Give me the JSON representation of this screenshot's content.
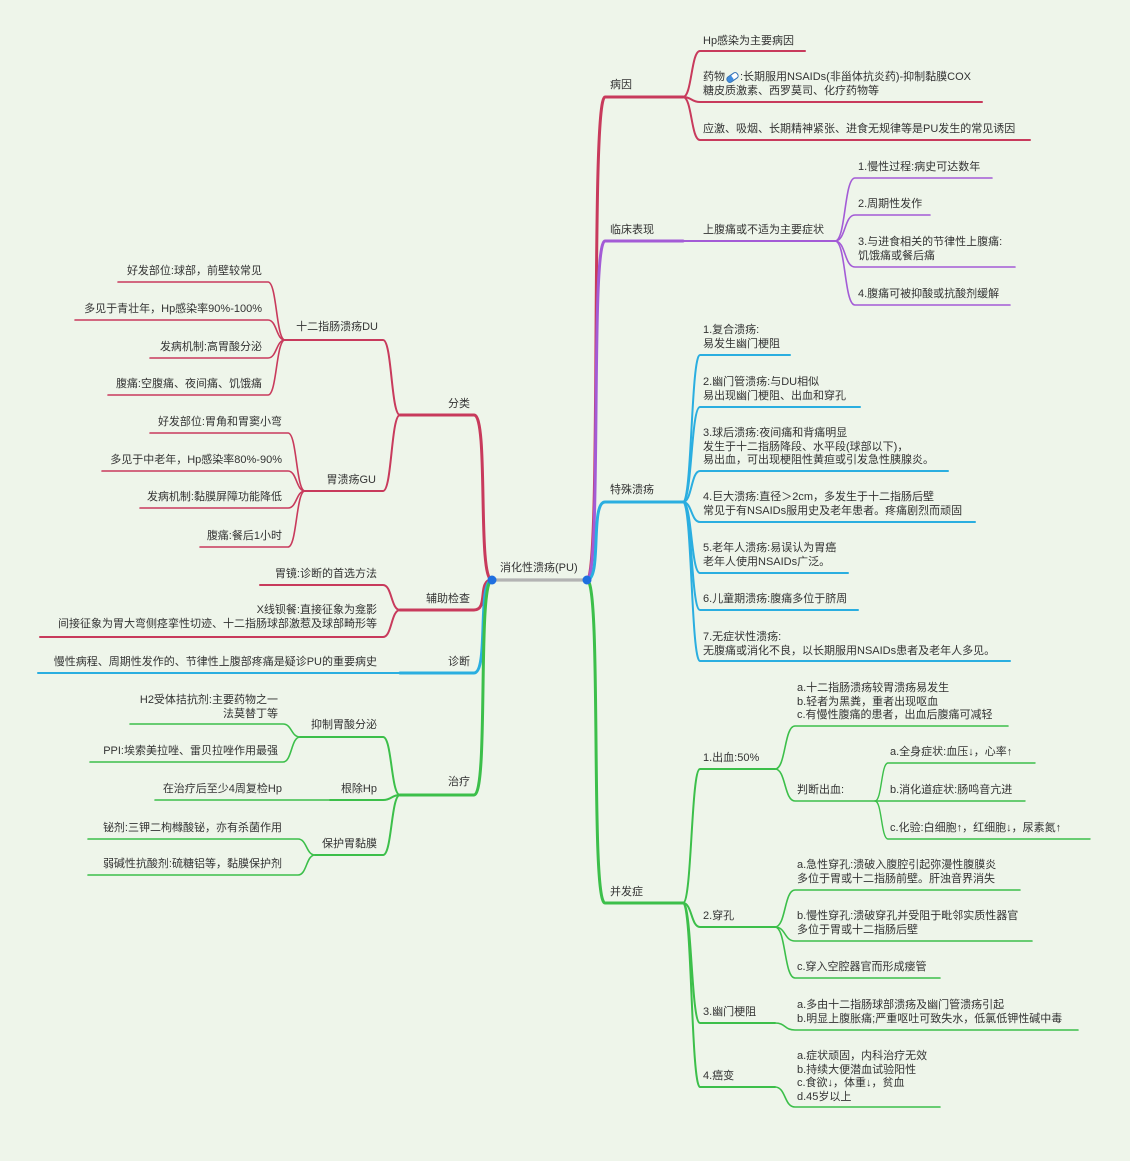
{
  "colors": {
    "background": "#eef5ea",
    "red": "#c83a5c",
    "purple": "#a35bd6",
    "blue": "#2aaee0",
    "green": "#3cbf4a",
    "center_line": "#b3b3b3",
    "dot": "#1f6fe0"
  },
  "center": "消化性溃疡(PU)",
  "right": {
    "cause": {
      "label": "病因",
      "items": [
        "Hp感染为主要病因",
        {
          "before_icon": "药物",
          "icon": "pill-icon",
          "after_icon": ":长期服用NSAIDs(非甾体抗炎药)-抑制黏膜COX",
          "line2": "糖皮质激素、西罗莫司、化疗药物等"
        },
        "应激、吸烟、长期精神紧张、进食无规律等是PU发生的常见诱因"
      ]
    },
    "clinical": {
      "label": "临床表现",
      "main_symptom": "上腹痛或不适为主要症状",
      "items": [
        "1.慢性过程:病史可达数年",
        "2.周期性发作",
        "3.与进食相关的节律性上腹痛:\n饥饿痛或餐后痛",
        "4.腹痛可被抑酸或抗酸剂缓解"
      ]
    },
    "special": {
      "label": "特殊溃疡",
      "items": [
        "1.复合溃疡:\n易发生幽门梗阻",
        "2.幽门管溃疡:与DU相似\n易出现幽门梗阻、出血和穿孔",
        "3.球后溃疡:夜间痛和背痛明显\n发生于十二指肠降段、水平段(球部以下)，\n易出血，可出现梗阻性黄疸或引发急性胰腺炎。",
        "4.巨大溃疡:直径＞2cm，多发生于十二指肠后壁\n常见于有NSAIDs服用史及老年患者。疼痛剧烈而顽固",
        "5.老年人溃疡:易误认为胃癌\n老年人使用NSAIDs广泛。",
        "6.儿童期溃疡:腹痛多位于脐周",
        "7.无症状性溃疡:\n无腹痛或消化不良，以长期服用NSAIDs患者及老年人多见。"
      ]
    },
    "complication": {
      "label": "并发症",
      "bleeding": {
        "label": "1.出血:50%",
        "notes": "a.十二指肠溃疡较胃溃疡易发生\nb.轻者为黑粪，重者出现呕血\nc.有慢性腹痛的患者，出血后腹痛可减轻",
        "judge": {
          "label": "判断出血:",
          "items": [
            "a.全身症状:血压↓，心率↑",
            "b.消化道症状:肠鸣音亢进",
            "c.化验:白细胞↑，红细胞↓，尿素氮↑"
          ]
        }
      },
      "perforation": {
        "label": "2.穿孔",
        "items": [
          "a.急性穿孔:溃破入腹腔引起弥漫性腹膜炎\n多位于胃或十二指肠前壁。肝浊音界消失",
          "b.慢性穿孔:溃破穿孔并受阻于毗邻实质性器官\n多位于胃或十二指肠后壁",
          "c.穿入空腔器官而形成瘘管"
        ]
      },
      "obstruction": {
        "label": "3.幽门梗阻",
        "notes": "a.多由十二指肠球部溃疡及幽门管溃疡引起\nb.明显上腹胀痛;严重呕吐可致失水，低氯低钾性碱中毒"
      },
      "canceration": {
        "label": "4.癌变",
        "notes": "a.症状顽固，内科治疗无效\nb.持续大便潜血试验阳性\nc.食欲↓，体重↓，贫血\nd.45岁以上"
      }
    }
  },
  "left": {
    "classification": {
      "label": "分类",
      "du": {
        "label": "十二指肠溃疡DU",
        "items": [
          "好发部位:球部，前壁较常见",
          "多见于青壮年，Hp感染率90%-100%",
          "发病机制:高胃酸分泌",
          "腹痛:空腹痛、夜间痛、饥饿痛"
        ]
      },
      "gu": {
        "label": "胃溃疡GU",
        "items": [
          "好发部位:胃角和胃窦小弯",
          "多见于中老年，Hp感染率80%-90%",
          "发病机制:黏膜屏障功能降低",
          "腹痛:餐后1小时"
        ]
      }
    },
    "auxiliary": {
      "label": "辅助检查",
      "items": [
        "胃镜:诊断的首选方法",
        "X线钡餐:直接征象为龛影\n间接征象为胃大弯侧痉挛性切迹、十二指肠球部激惹及球部畸形等"
      ]
    },
    "diagnosis": {
      "label": "诊断",
      "items": [
        "慢性病程、周期性发作的、节律性上腹部疼痛是疑诊PU的重要病史"
      ]
    },
    "treatment": {
      "label": "治疗",
      "acid": {
        "label": "抑制胃酸分泌",
        "items": [
          "H2受体拮抗剂:主要药物之一\n法莫替丁等",
          "PPI:埃索美拉唑、雷贝拉唑作用最强"
        ]
      },
      "hp": {
        "label": "根除Hp",
        "items": [
          "在治疗后至少4周复检Hp"
        ]
      },
      "mucosa": {
        "label": "保护胃黏膜",
        "items": [
          "铋剂:三钾二枸橼酸铋，亦有杀菌作用",
          "弱碱性抗酸剂:硫糖铝等，黏膜保护剂"
        ]
      }
    }
  }
}
